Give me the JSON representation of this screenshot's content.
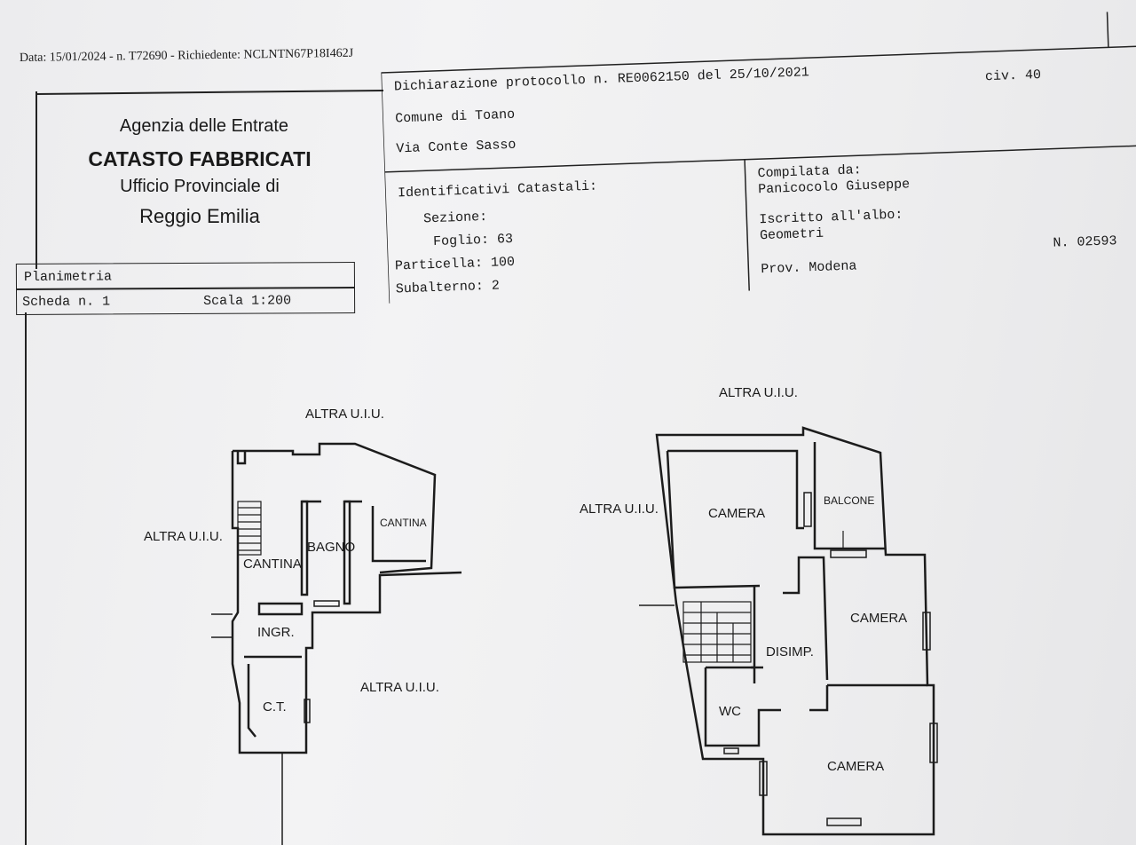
{
  "header": {
    "request_line": "Data: 15/01/2024 - n. T72690 - Richiedente: NCLNTN67P18I462J"
  },
  "agency": {
    "line1": "Agenzia delle Entrate",
    "line2": "CATASTO FABBRICATI",
    "line3": "Ufficio Provinciale di",
    "line4": "Reggio Emilia"
  },
  "declaration": {
    "protocol": "Dichiarazione protocollo n. RE0062150 del  25/10/2021",
    "comune": "Comune di Toano",
    "via": "Via Conte Sasso",
    "civico": "civ. 40"
  },
  "identifiers": {
    "title": "Identificativi Catastali:",
    "sezione": "Sezione:",
    "foglio": "Foglio: 63",
    "particella": "Particella: 100",
    "subalterno": "Subalterno: 2"
  },
  "compiler": {
    "label": "Compilata da:",
    "name": "Panicocolo Giuseppe",
    "albo_label": "Iscritto all'albo:",
    "albo": "Geometri",
    "prov": "Prov. Modena",
    "number": "N. 02593"
  },
  "planimetria": {
    "title": "Planimetria",
    "scheda": "Scheda n. 1",
    "scala": "Scala 1:200"
  },
  "floor_left": {
    "labels": {
      "altra_top": "ALTRA U.I.U.",
      "altra_left": "ALTRA U.I.U.",
      "altra_right": "ALTRA U.I.U.",
      "cantina_main": "CANTINA",
      "bagno": "BAGNO",
      "cantina_small": "CANTINA",
      "ingresso": "INGR.",
      "ct": "C.T."
    }
  },
  "floor_right": {
    "labels": {
      "altra_top": "ALTRA U.I.U.",
      "altra_left": "ALTRA U.I.U.",
      "camera_1": "CAMERA",
      "balcone": "BALCONE",
      "camera_2": "CAMERA",
      "disimpegno": "DISIMP.",
      "wc": "WC",
      "camera_3": "CAMERA"
    }
  }
}
